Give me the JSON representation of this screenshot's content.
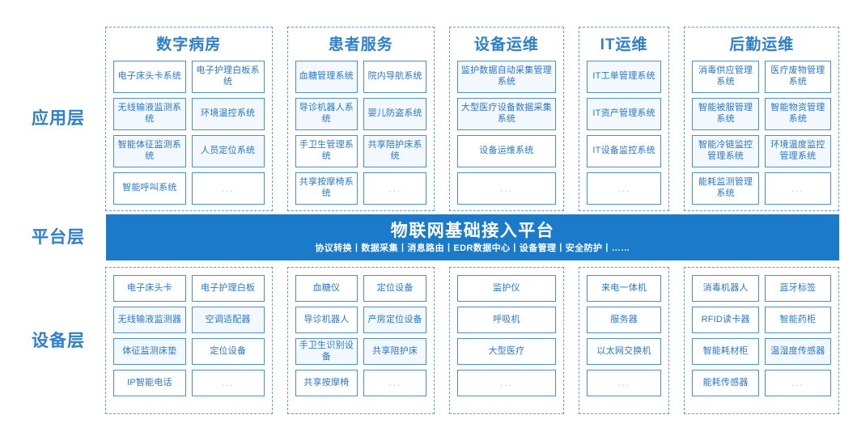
{
  "layers": {
    "application_label": "应用层",
    "platform_label": "平台层",
    "device_label": "设备层"
  },
  "platform": {
    "title": "物联网基础接入平台",
    "subtitle": "协议转换丨数据采集丨消息路由丨EDR数据中心丨设备管理丨安全防护丨……",
    "background_color": "#1b7ac9",
    "text_color": "#ffffff"
  },
  "colors": {
    "accent": "#2878c8",
    "border": "#4a90cf",
    "group_border": "#5d9fd6",
    "tint_fill": "#f2f8fd",
    "ellipsis": "#a8c8e4"
  },
  "ellipsis_text": "...",
  "application_groups": [
    {
      "title": "数字病房",
      "columns": 2,
      "cells": [
        {
          "label": "电子床头卡系统",
          "tint": false
        },
        {
          "label": "电子护理白板系统",
          "tint": false
        },
        {
          "label": "无线输液监测系统",
          "tint": true
        },
        {
          "label": "环境温控系统",
          "tint": true
        },
        {
          "label": "智能体征监测系统",
          "tint": true
        },
        {
          "label": "人员定位系统",
          "tint": true
        },
        {
          "label": "智能呼叫系统",
          "tint": false
        },
        {
          "label": "...",
          "tint": false,
          "ellipsis": true
        }
      ]
    },
    {
      "title": "患者服务",
      "columns": 2,
      "cells": [
        {
          "label": "血糖管理系统",
          "tint": true
        },
        {
          "label": "院内导航系统",
          "tint": false
        },
        {
          "label": "导诊机器人系统",
          "tint": true
        },
        {
          "label": "婴儿防盗系统",
          "tint": true
        },
        {
          "label": "手卫生管理系统",
          "tint": false
        },
        {
          "label": "共享陪护床系统",
          "tint": true
        },
        {
          "label": "共享按摩椅系统",
          "tint": false
        },
        {
          "label": "...",
          "tint": false,
          "ellipsis": true
        }
      ]
    },
    {
      "title": "设备运维",
      "columns": 1,
      "cells": [
        {
          "label": "监护数据自动采集管理系统",
          "tint": true
        },
        {
          "label": "大型医疗设备数据采集系统",
          "tint": true
        },
        {
          "label": "设备运维系统",
          "tint": false
        },
        {
          "label": "...",
          "tint": false,
          "ellipsis": true
        }
      ]
    },
    {
      "title": "IT运维",
      "columns": 1,
      "cells": [
        {
          "label": "IT工单管理系统",
          "tint": true
        },
        {
          "label": "IT资产管理系统",
          "tint": true
        },
        {
          "label": "IT设备监控系统",
          "tint": false
        },
        {
          "label": "...",
          "tint": false,
          "ellipsis": true
        }
      ]
    },
    {
      "title": "后勤运维",
      "columns": 2,
      "cells": [
        {
          "label": "消毒供应管理系统",
          "tint": false
        },
        {
          "label": "医疗废物管理系统",
          "tint": false
        },
        {
          "label": "智能被服管理系统",
          "tint": true
        },
        {
          "label": "智能物资管理系统",
          "tint": true
        },
        {
          "label": "智能冷链监控管理系统",
          "tint": true
        },
        {
          "label": "环境温度监控管理系统",
          "tint": true
        },
        {
          "label": "能耗监测管理系统",
          "tint": false
        },
        {
          "label": "...",
          "tint": false,
          "ellipsis": true
        }
      ]
    }
  ],
  "device_groups": [
    {
      "columns": 2,
      "cells": [
        {
          "label": "电子床头卡",
          "tint": false
        },
        {
          "label": "电子护理白板",
          "tint": false
        },
        {
          "label": "无线输液监测器",
          "tint": true
        },
        {
          "label": "空调适配器",
          "tint": true
        },
        {
          "label": "体征监测床垫",
          "tint": true
        },
        {
          "label": "定位设备",
          "tint": false
        },
        {
          "label": "IP智能电话",
          "tint": false
        },
        {
          "label": "...",
          "tint": false,
          "ellipsis": true
        }
      ]
    },
    {
      "columns": 2,
      "cells": [
        {
          "label": "血糖仪",
          "tint": false
        },
        {
          "label": "定位设备",
          "tint": false
        },
        {
          "label": "导诊机器人",
          "tint": false
        },
        {
          "label": "产房定位设备",
          "tint": true
        },
        {
          "label": "手卫生识别设备",
          "tint": true
        },
        {
          "label": "共享陪护床",
          "tint": true
        },
        {
          "label": "共享按摩椅",
          "tint": false
        },
        {
          "label": "...",
          "tint": false,
          "ellipsis": true
        }
      ]
    },
    {
      "columns": 1,
      "cells": [
        {
          "label": "监护仪",
          "tint": false
        },
        {
          "label": "呼吸机",
          "tint": false
        },
        {
          "label": "大型医疗",
          "tint": false
        },
        {
          "label": "...",
          "tint": false,
          "ellipsis": true
        }
      ]
    },
    {
      "columns": 1,
      "cells": [
        {
          "label": "来电一体机",
          "tint": false
        },
        {
          "label": "服务器",
          "tint": false
        },
        {
          "label": "以太网交换机",
          "tint": false
        },
        {
          "label": "...",
          "tint": false,
          "ellipsis": true
        }
      ]
    },
    {
      "columns": 2,
      "cells": [
        {
          "label": "消毒机器人",
          "tint": false
        },
        {
          "label": "蓝牙标签",
          "tint": false
        },
        {
          "label": "RFID读卡器",
          "tint": false
        },
        {
          "label": "智能药柜",
          "tint": false
        },
        {
          "label": "智能耗材柜",
          "tint": false
        },
        {
          "label": "温湿度传感器",
          "tint": true
        },
        {
          "label": "能耗传感器",
          "tint": false
        },
        {
          "label": "...",
          "tint": false,
          "ellipsis": true
        }
      ]
    }
  ]
}
